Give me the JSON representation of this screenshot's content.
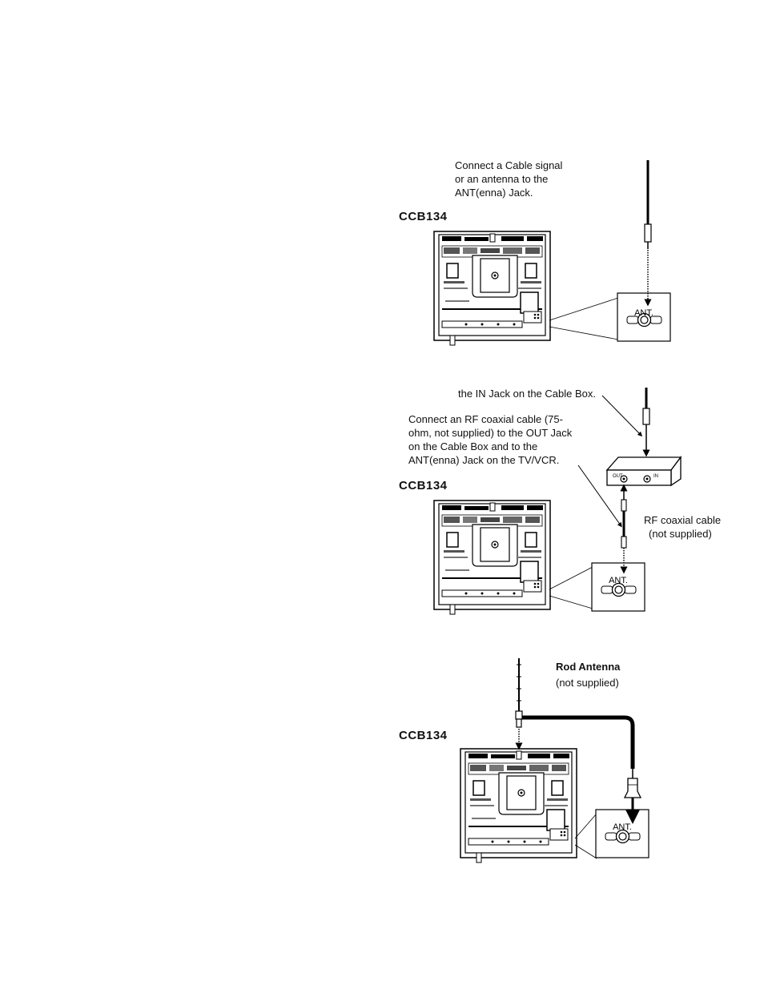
{
  "diagram1": {
    "instruction_lines": [
      "Connect a Cable signal",
      "or an antenna to the",
      "ANT(enna) Jack."
    ],
    "model": "CCB134",
    "jack_label": "ANT."
  },
  "diagram2": {
    "in_jack_text": "the IN Jack on the Cable Box.",
    "instruction_lines": [
      "Connect an RF coaxial cable (75-",
      "ohm, not supplied) to the OUT Jack",
      "on the Cable Box and to the",
      "ANT(enna) Jack on the TV/VCR."
    ],
    "model": "CCB134",
    "box_out_label": "OUT",
    "box_in_label": "IN",
    "cable_label_lines": [
      "RF coaxial cable",
      "(not supplied)"
    ],
    "jack_label": "ANT."
  },
  "diagram3": {
    "antenna_title": "Rod Antenna",
    "antenna_note": "(not supplied)",
    "model": "CCB134",
    "jack_label": "ANT."
  }
}
